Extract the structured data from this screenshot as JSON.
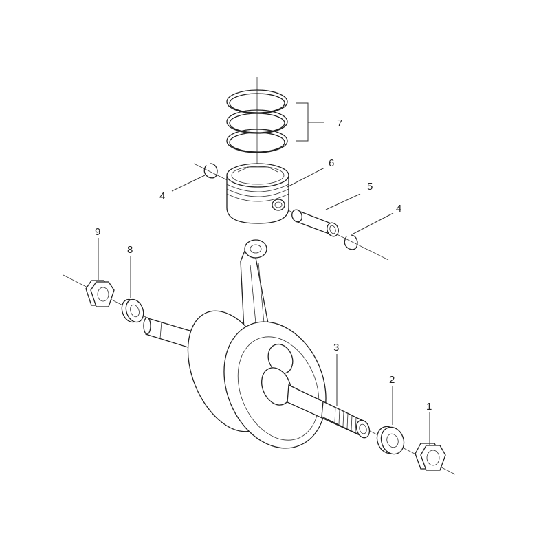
{
  "callouts": {
    "c1": "1",
    "c2": "2",
    "c3": "3",
    "c4a": "4",
    "c4b": "4",
    "c5": "5",
    "c6": "6",
    "c7": "7",
    "c8": "8",
    "c9": "9"
  },
  "colors": {
    "line": "#222222",
    "background": "#ffffff"
  }
}
